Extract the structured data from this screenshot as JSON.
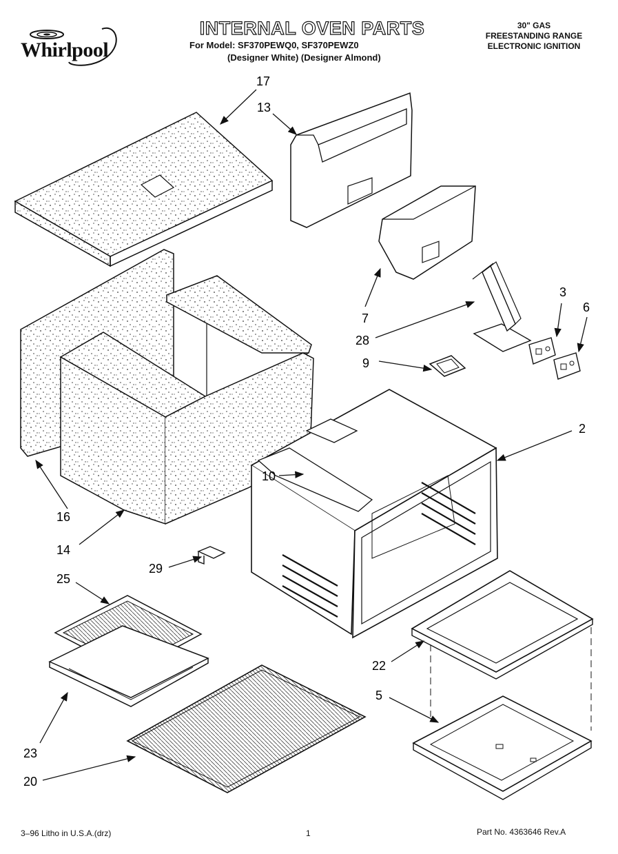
{
  "header": {
    "brand": "Whirlpool",
    "title": "INTERNAL OVEN PARTS",
    "model_line": "For Model: SF370PEWQ0, SF370PEWZ0",
    "finish_line": "(Designer White) (Designer Almond)",
    "range_info": [
      "30\" GAS",
      "FREESTANDING RANGE",
      "ELECTRONIC IGNITION"
    ]
  },
  "callouts": [
    "17",
    "13",
    "7",
    "28",
    "3",
    "6",
    "9",
    "2",
    "10",
    "16",
    "14",
    "29",
    "25",
    "22",
    "5",
    "23",
    "20"
  ],
  "footer": {
    "left": "3–96 Litho in U.S.A.(drz)",
    "center": "1",
    "right": "Part No. 4363646 Rev.A"
  }
}
